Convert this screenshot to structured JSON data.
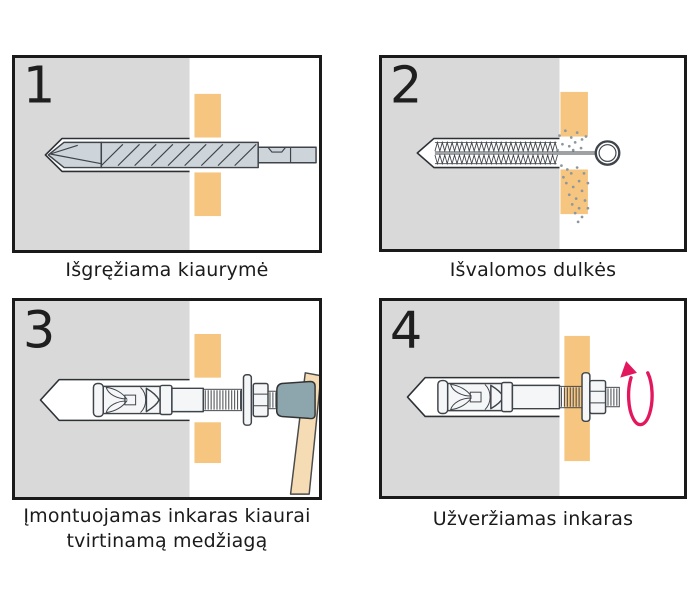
{
  "figure": {
    "description_visible_text_only": true,
    "steps": [
      {
        "number": "1",
        "caption_lines": [
          "Išgręžiama kiaurymė"
        ]
      },
      {
        "number": "2",
        "caption_lines": [
          "Išvalomos dulkės"
        ]
      },
      {
        "number": "3",
        "caption_lines": [
          "Įmontuojamas inkaras kiaurai",
          "tvirtinamą medžiagą"
        ]
      },
      {
        "number": "4",
        "caption_lines": [
          "Užveržiamas inkaras"
        ]
      }
    ]
  },
  "icons": {
    "panel1_illustration": "drill-bit-drilling-hole",
    "panel2_illustration": "brush-cleaning-dust-with-ring-handle",
    "panel3_illustration": "hammer-driving-wedge-anchor-through-fixture",
    "panel4_illustration": "wedge-anchor-tightened-with-rotation-arrow"
  },
  "colors": {
    "background": "#ffffff",
    "panel_border": "#1a1a1a",
    "wall_gray": "#d9d9d9",
    "material_orange": "#f6c57f",
    "metal_blue_gray": "#cdd5db",
    "metal_white": "#f4f6f7",
    "outline_dark": "#3f444a",
    "hammer_head": "#8da6ad",
    "hammer_handle": "#f5dcb4",
    "rotation_arrow_red": "#e3175e",
    "dust_gray": "#8e979e",
    "caption_text": "#1b1b1b"
  }
}
